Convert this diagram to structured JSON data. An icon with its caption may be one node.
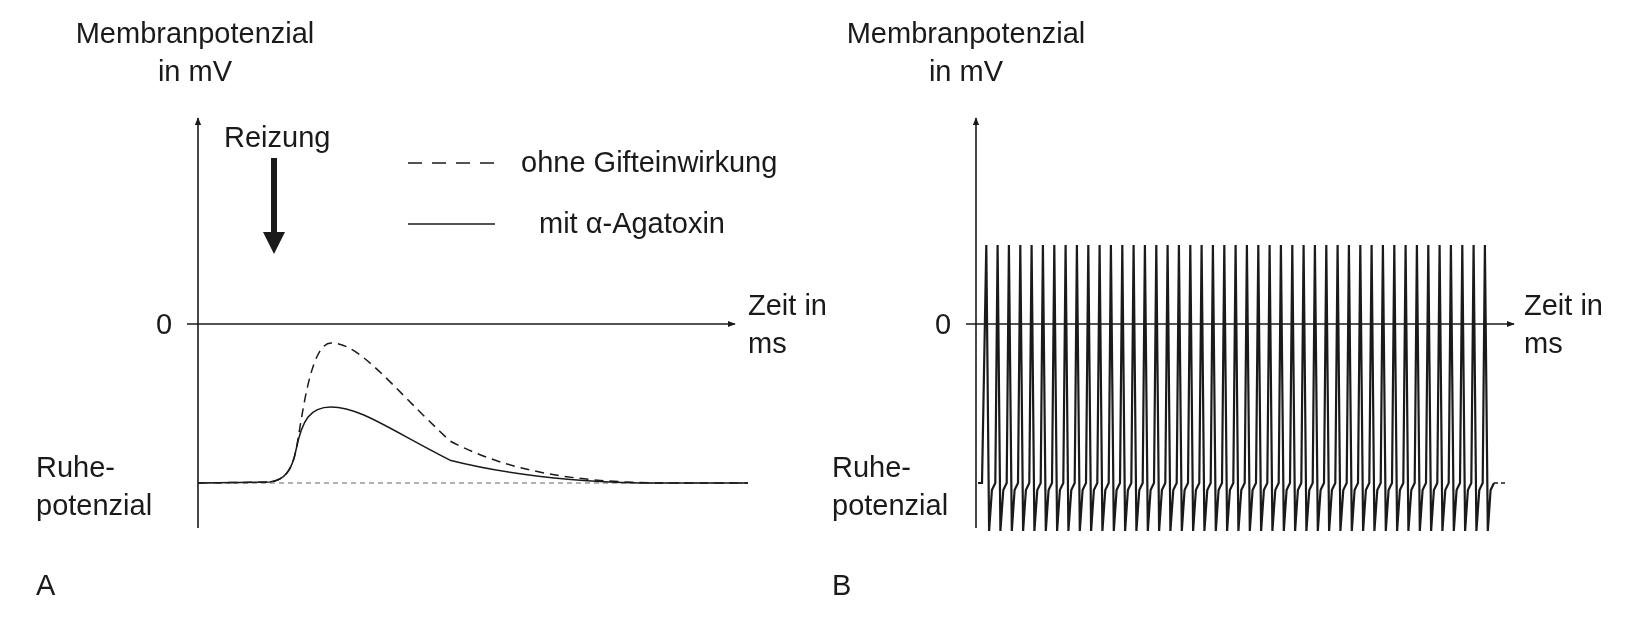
{
  "diagram": {
    "labels": [
      "Membranpotenzial in mV",
      "Membranpotenzial in mV",
      "Reizung",
      "0",
      "Zeit in ms",
      "Ruhe- potenzial",
      "A",
      "0",
      "Zeit in ms",
      "Ruhe- potenzial",
      "B"
    ],
    "legend": [
      {
        "text": "ohne Gifteinwirkung"
      },
      {
        "text": "mit α-Agatoxin"
      }
    ]
  }
}
